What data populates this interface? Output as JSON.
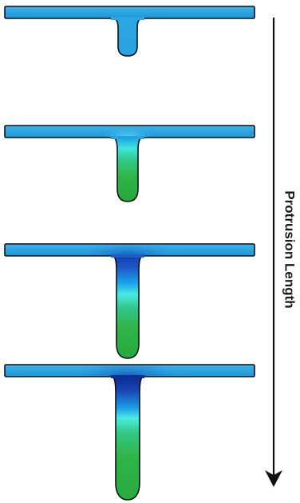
{
  "axis": {
    "label": "Protrusion Length",
    "direction": "down"
  },
  "colors": {
    "membrane_light": "#2aa8e6",
    "membrane_dark": "#1f8fd0",
    "curvature_high": "#0a2a8c",
    "curvature_mid": "#17b6f0",
    "curvature_cyan": "#39e6d8",
    "curvature_low": "#2fb54a",
    "outline": "#111111"
  },
  "panels": [
    {
      "stage": 1,
      "protrusion": 0.25,
      "style": "uniform"
    },
    {
      "stage": 2,
      "protrusion": 0.5,
      "style": "gradient-green"
    },
    {
      "stage": 3,
      "protrusion": 0.75,
      "style": "gradient-blue"
    },
    {
      "stage": 4,
      "protrusion": 1.0,
      "style": "gradient-blue"
    }
  ]
}
